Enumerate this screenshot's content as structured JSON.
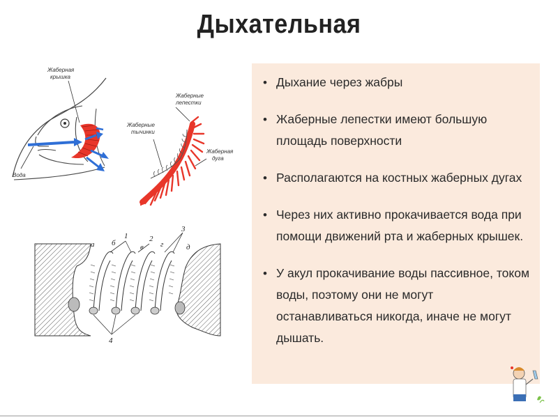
{
  "title": "Дыхательная",
  "bullets": [
    "Дыхание через жабры",
    "Жаберные лепестки имеют большую площадь поверхности",
    "Располагаются на костных жаберных дугах",
    "Через них активно прокачивается вода при помощи движений рта и жаберных крышек.",
    "У акул прокачивание воды пассивное, током воды, поэтому они не могут останавливаться никогда, иначе не могут дышать."
  ],
  "figure_head": {
    "label_cover": [
      "Жаберная",
      "крышка"
    ],
    "label_water": "Вода"
  },
  "figure_arch": {
    "label_filaments": [
      "Жаберные",
      "лепестки"
    ],
    "label_rakers": [
      "Жаберные",
      "тычинки"
    ],
    "label_arch": [
      "Жаберная",
      "дуга"
    ]
  },
  "figure_section": {
    "letters": [
      "а",
      "б",
      "в",
      "г",
      "д"
    ],
    "numbers": [
      "1",
      "2",
      "3",
      "4"
    ]
  },
  "colors": {
    "gill_red": "#e8362a",
    "water_blue": "#2f6fd6",
    "box_bg": "#fbeadd"
  }
}
